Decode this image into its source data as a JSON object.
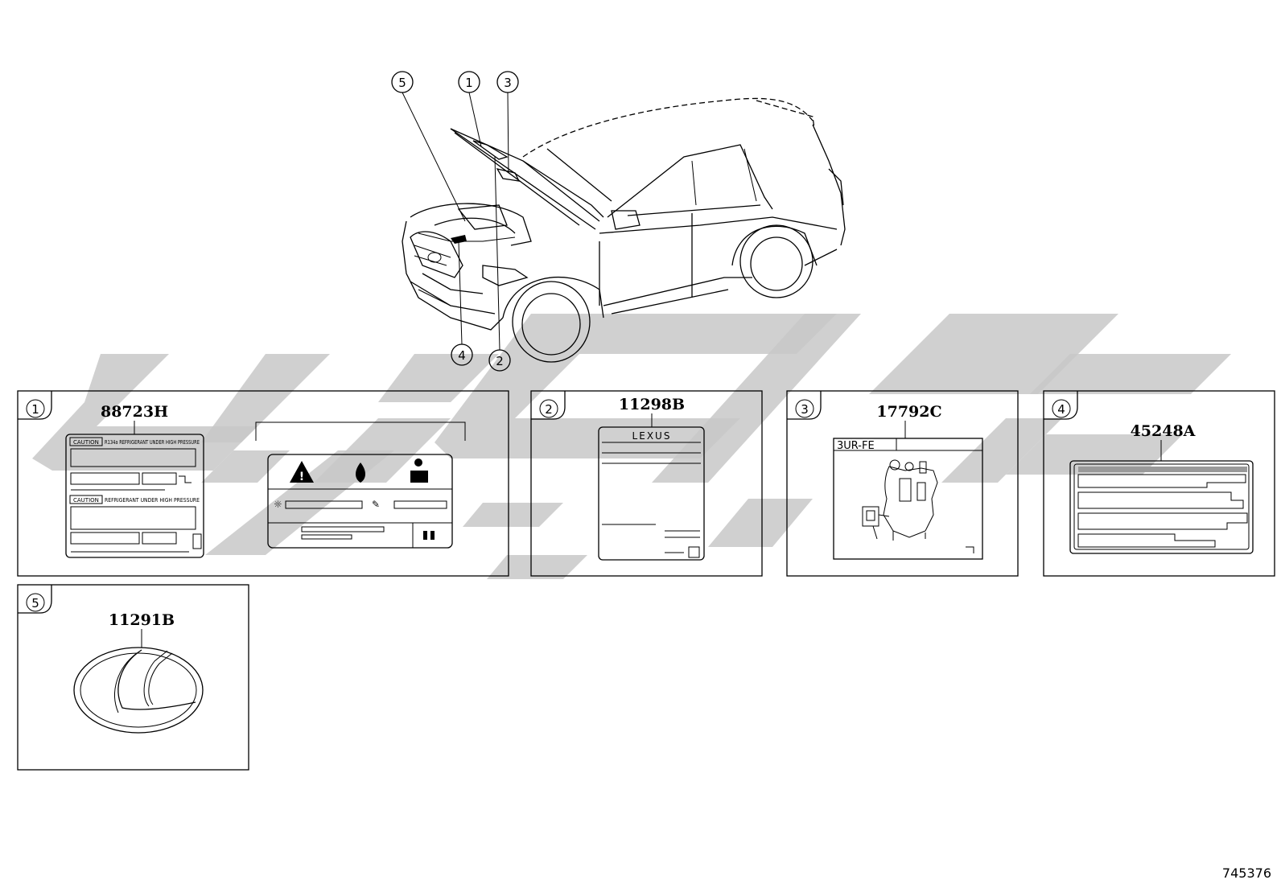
{
  "diagram": {
    "callouts": [
      "1",
      "2",
      "3",
      "4",
      "5"
    ],
    "panels": [
      {
        "index": "1",
        "part_number": "88723H"
      },
      {
        "index": "2",
        "part_number": "11298B"
      },
      {
        "index": "3",
        "part_number": "17792C"
      },
      {
        "index": "4",
        "part_number": "45248A"
      },
      {
        "index": "5",
        "part_number": "11291B"
      }
    ],
    "label_texts": {
      "caution_1": "CAUTION",
      "caution_1_text": "R134a REFRIGERANT UNDER HIGH PRESSURE",
      "caution_2": "CAUTION",
      "caution_2_text": "REFRIGERANT UNDER HIGH PRESSURE",
      "lexus": "LEXUS",
      "engine": "3UR-FE"
    },
    "figure_id": "745376"
  }
}
